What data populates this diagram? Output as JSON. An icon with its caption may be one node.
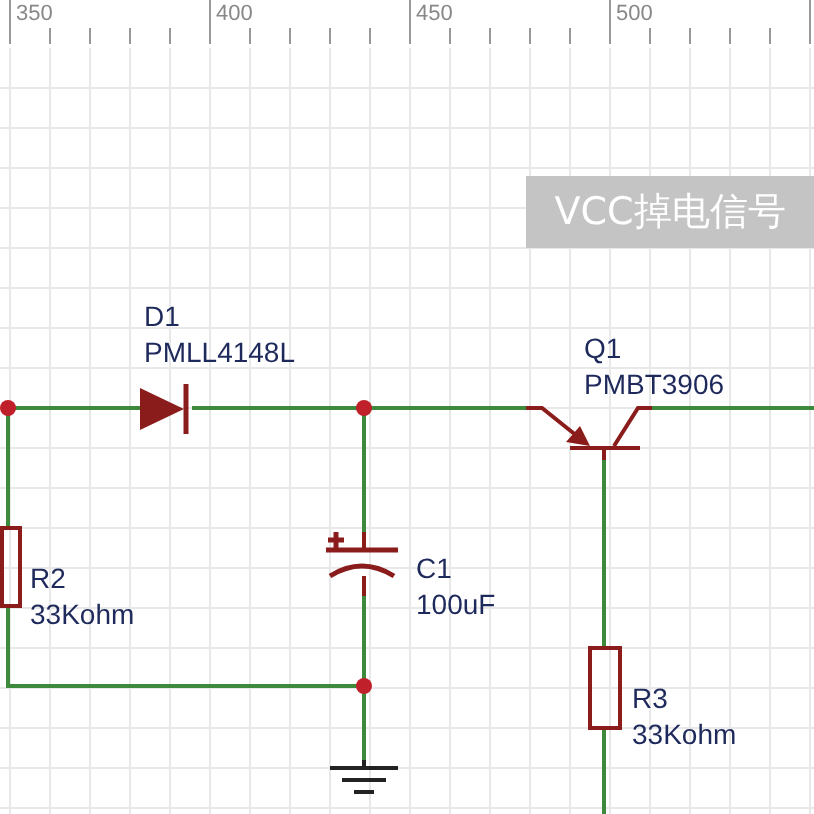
{
  "diagram": {
    "nodes": [
      {
        "text": [],
        "shape": "diode",
        "beside": [
          "D1",
          "PMLL4148L"
        ]
      },
      {
        "text": [],
        "shape": "capacitor",
        "beside": [
          "C1",
          "100uF"
        ]
      },
      {
        "text": [],
        "shape": "resistor",
        "beside": [
          "R2",
          "33Kohm"
        ]
      },
      {
        "text": [],
        "shape": "transistor",
        "beside": [
          "Q1",
          "PMBT3906"
        ]
      },
      {
        "text": [],
        "shape": "resistor",
        "beside": [
          "R3",
          "33Kohm"
        ]
      },
      {
        "text": [],
        "shape": "ground"
      }
    ],
    "edges": [
      {
        "from": 0,
        "to": 3,
        "arrow": "none"
      },
      {
        "from": 0,
        "to": 1,
        "arrow": "none"
      },
      {
        "from": 1,
        "to": 5,
        "arrow": "none"
      },
      {
        "from": 1,
        "to": 2,
        "arrow": "none"
      },
      {
        "from": 2,
        "to": 0,
        "arrow": "none"
      },
      {
        "from": 3,
        "to": null,
        "arrow": "none"
      },
      {
        "from": 3,
        "to": 4,
        "arrow": "none"
      },
      {
        "from": 4,
        "to": null,
        "arrow": "none"
      }
    ],
    "labels": [
      "350",
      "400",
      "450",
      "500",
      "VCC掉电信号"
    ]
  }
}
